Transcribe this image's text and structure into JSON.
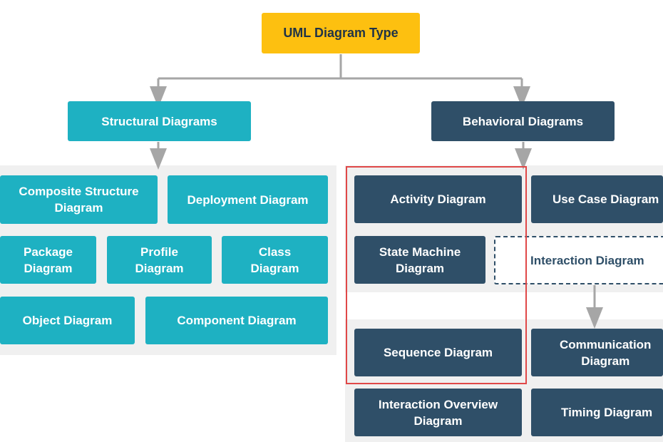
{
  "root": {
    "label": "UML Diagram Type"
  },
  "categories": {
    "structural": {
      "label": "Structural Diagrams"
    },
    "behavioral": {
      "label": "Behavioral Diagrams"
    }
  },
  "structural_items": {
    "composite_structure": "Composite Structure\nDiagram",
    "deployment": "Deployment Diagram",
    "package": "Package\nDiagram",
    "profile": "Profile\nDiagram",
    "class": "Class\nDiagram",
    "object": "Object Diagram",
    "component": "Component Diagram"
  },
  "behavioral_items": {
    "activity": "Activity Diagram",
    "use_case": "Use Case Diagram",
    "state_machine": "State Machine\nDiagram",
    "interaction": "Interaction Diagram",
    "sequence": "Sequence Diagram",
    "communication": "Communication\nDiagram",
    "interaction_overview": "Interaction Overview\nDiagram",
    "timing": "Timing Diagram"
  },
  "colors": {
    "root": "#fdc010",
    "structural": "#1eb1c2",
    "behavioral": "#2f4f68",
    "connector": "#a6a6a6",
    "highlight": "#e04848",
    "panel": "#f0f0f0"
  }
}
